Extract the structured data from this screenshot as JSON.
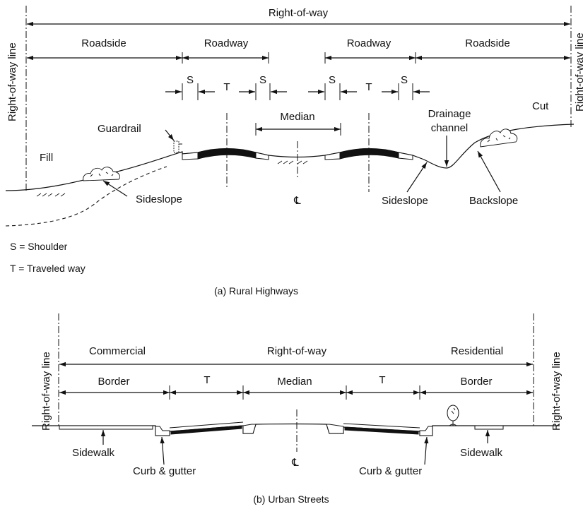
{
  "rural": {
    "right_of_way": "Right-of-way",
    "row_line_left": "Right-of-way line",
    "row_line_right": "Right-of-way line",
    "roadside_left": "Roadside",
    "roadway_left": "Roadway",
    "roadway_right": "Roadway",
    "roadside_right": "Roadside",
    "shoulder_abbrev": "S",
    "traveled_abbrev": "T",
    "median": "Median",
    "guardrail": "Guardrail",
    "fill": "Fill",
    "cut": "Cut",
    "drainage_channel_line1": "Drainage",
    "drainage_channel_line2": "channel",
    "sideslope_left": "Sideslope",
    "sideslope_right": "Sideslope",
    "backslope": "Backslope",
    "centerline": "℄",
    "legend_shoulder": "S = Shoulder",
    "legend_traveled": "T = Traveled way",
    "caption": "(a)  Rural Highways"
  },
  "urban": {
    "row_line_left": "Right-of-way line",
    "row_line_right": "Right-of-way line",
    "commercial": "Commercial",
    "right_of_way": "Right-of-way",
    "residential": "Residential",
    "border_left": "Border",
    "traveled_left": "T",
    "median": "Median",
    "traveled_right": "T",
    "border_right": "Border",
    "sidewalk_left": "Sidewalk",
    "curb_gutter_left": "Curb & gutter",
    "centerline": "℄",
    "curb_gutter_right": "Curb & gutter",
    "sidewalk_right": "Sidewalk",
    "caption": "(b) Urban Streets"
  }
}
